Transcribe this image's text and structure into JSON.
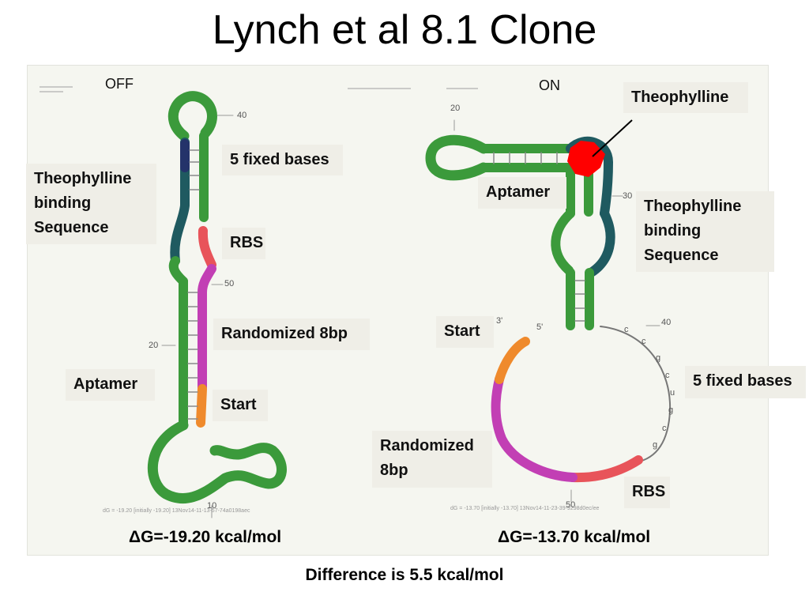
{
  "slide": {
    "title": "Lynch et al 8.1 Clone"
  },
  "off_panel": {
    "state_label": "OFF",
    "labels": {
      "fixed_bases": "5 fixed bases",
      "binding_line1": "Theophylline",
      "binding_line2": "binding",
      "binding_line3": "Sequence",
      "rbs": "RBS",
      "randomized": "Randomized 8bp",
      "aptamer": "Aptamer",
      "start": "Start"
    },
    "delta_g": "ΔG=-19.20 kcal/mol",
    "position_numbers": [
      "40",
      "50",
      "20",
      "10"
    ],
    "footer_text": "dG = -19.20 [initially -19.20] 13Nov14-11-13-57-74a0198aec"
  },
  "on_panel": {
    "state_label": "ON",
    "labels": {
      "theophylline": "Theophylline",
      "aptamer": "Aptamer",
      "binding_line1": "Theophylline",
      "binding_line2": "binding",
      "binding_line3": "Sequence",
      "start": "Start",
      "fixed_bases": "5 fixed bases",
      "randomized_line1": "Randomized",
      "randomized_line2": "8bp",
      "rbs": "RBS"
    },
    "delta_g": "ΔG=-13.70 kcal/mol",
    "position_numbers": [
      "20",
      "30",
      "40",
      "50",
      "3'",
      "5'"
    ],
    "footer_text": "dG = -13.70 [initially -13.70] 13Nov14-11-23-39-9298d0ec/ee"
  },
  "difference": "Difference is 5.5 kcal/mol",
  "colors": {
    "aptamer_green": "#3b9a3b",
    "binding_teal": "#1f5a60",
    "rbs_red": "#e8545a",
    "randomized_magenta": "#c23fb4",
    "start_orange": "#ef8a2c",
    "theophylline_red": "#ff0000"
  }
}
